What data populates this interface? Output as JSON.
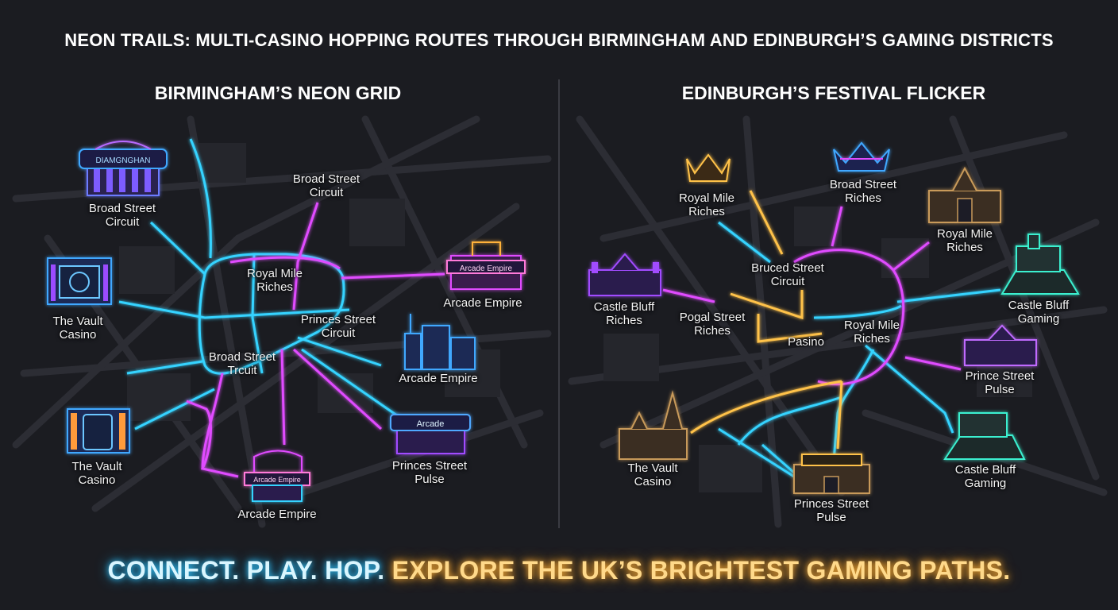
{
  "title": "NEON TRAILS: MULTI-CASINO HOPPING ROUTES THROUGH BIRMINGHAM AND EDINBURGH’S GAMING DISTRICTS",
  "colors": {
    "cyan": "#35d3ff",
    "magenta": "#e04cff",
    "gold": "#ffc24a",
    "background": "#1b1c21"
  },
  "birmingham": {
    "heading": "BIRMINGHAM’S NEON GRID",
    "labels": [
      "Broad Street\nCircuit",
      "Broad Street\nCircuit",
      "The Vault\nCasino",
      "Royal Mile\nRiches",
      "Princes Street\nCircuit",
      "Arcade Empire",
      "Broad Street\nTrcuit",
      "Arcade Empire",
      "The Vault\nCasino",
      "Princes Street\nPulse",
      "Arcade Empire"
    ],
    "signs": [
      "DIAMGNGHAN",
      "Arcade Empire",
      "Arcade",
      "Arcade Empire"
    ]
  },
  "edinburgh": {
    "heading": "EDINBURGH’S FESTIVAL FLICKER",
    "labels": [
      "Royal Mile\nRiches",
      "Broad Street\nRiches",
      "Royal Mile\nRiches",
      "Castle Bluff\nRiches",
      "Bruced Street\nCircuit",
      "Pogal Street\nRiches",
      "Pasino",
      "Royal Mile\nRiches",
      "Castle Bluff\nGaming",
      "Prince Street\nPulse",
      "The Vault\nCasino",
      "Princes Street\nPulse",
      "Castle Bluff\nGaming"
    ]
  },
  "tagline": {
    "part1": "CONNECT. PLAY. HOP.",
    "part2": "EXPLORE THE UK’S BRIGHTEST GAMING PATHS."
  }
}
